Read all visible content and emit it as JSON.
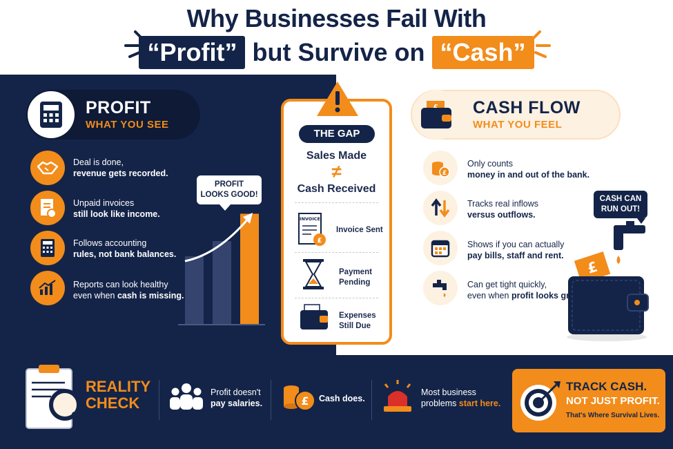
{
  "title": {
    "line1": "Why Businesses Fail With",
    "profit_word": "“Profit”",
    "middle": "but Survive on",
    "cash_word": "“Cash”"
  },
  "profit": {
    "heading": "PROFIT",
    "subheading": "WHAT YOU SEE",
    "items": [
      {
        "normal": "Deal is done,",
        "bold": "revenue gets recorded.",
        "icon": "handshake-icon"
      },
      {
        "normal": "Unpaid invoices",
        "bold": "still look like income.",
        "icon": "invoice-icon"
      },
      {
        "normal": "Follows accounting",
        "bold": "rules, not bank balances.",
        "icon": "calculator-icon"
      },
      {
        "normal": "Reports can look healthy",
        "bold_prefix": "even when ",
        "bold": "cash is missing.",
        "icon": "growth-chart-icon"
      }
    ],
    "bubble_line1": "PROFIT",
    "bubble_line2": "LOOKS GOOD!",
    "bars": [
      0.45,
      0.55,
      0.73
    ]
  },
  "gap": {
    "title": "THE GAP",
    "line1": "Sales Made",
    "symbol": "≠",
    "line2": "Cash Received",
    "items": [
      {
        "label": "Invoice Sent",
        "icon_label": "INVOICE",
        "icon": "invoice-icon"
      },
      {
        "label_line1": "Payment",
        "label_line2": "Pending",
        "icon": "hourglass-icon"
      },
      {
        "label_line1": "Expenses",
        "label_line2": "Still Due",
        "icon": "wallet-icon"
      }
    ]
  },
  "cash": {
    "heading": "CASH FLOW",
    "subheading": "WHAT YOU FEEL",
    "items": [
      {
        "normal": "Only counts",
        "bold": "money in and out of the bank.",
        "icon": "coins-icon"
      },
      {
        "normal": "Tracks real inflows",
        "bold": "versus outflows.",
        "icon": "arrows-icon"
      },
      {
        "normal": "Shows if you can actually",
        "bold": "pay bills, staff and rent.",
        "icon": "calendar-icon"
      },
      {
        "normal": "Can get tight quickly,",
        "normal2": "even when ",
        "bold": "profit looks great.",
        "icon": "tap-icon"
      }
    ],
    "bubble_line1": "CASH CAN",
    "bubble_line2": "RUN OUT!"
  },
  "bottom": {
    "reality1": "REALITY",
    "reality2": "CHECK",
    "item1_line1": "Profit doesn't",
    "item1_line2": "pay salaries.",
    "item2": "Cash does.",
    "item3_line1": "Most business",
    "item3_prefix": "problems ",
    "item3_highlight": "start here.",
    "cta_line1": "TRACK CASH.",
    "cta_line2": "NOT JUST PROFIT.",
    "cta_line3": "That's Where Survival Lives."
  },
  "colors": {
    "navy": "#142448",
    "orange": "#f28c1b",
    "cream": "#fdf1e2"
  }
}
